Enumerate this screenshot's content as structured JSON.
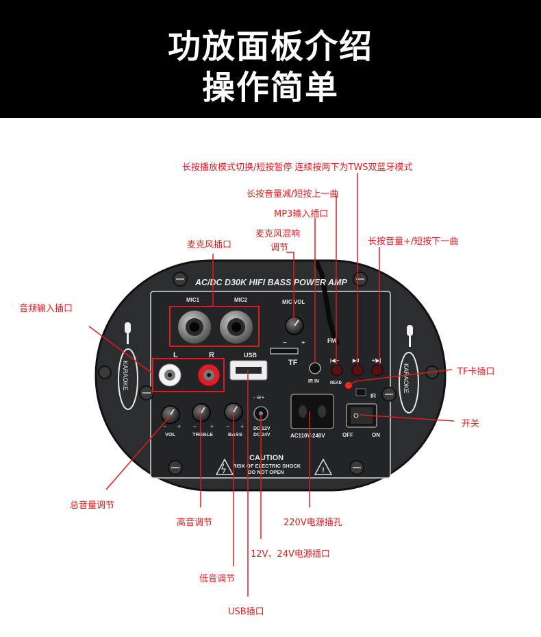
{
  "banner": {
    "line1": "功放面板介绍",
    "line2": "操作简单"
  },
  "labels": {
    "mode_switch": "长按播放模式切换/短按暂停 连续按两下为TWS双蓝牙模式",
    "vol_down": "长按音量减/短按上一曲",
    "mp3_input": "MP3输入插口",
    "mic_echo_1": "麦克风混响",
    "mic_echo_2": "调节",
    "mic_jack": "麦克风插口",
    "vol_up": "长按音量+/短按下一曲",
    "audio_input": "音频输入插口",
    "tf_slot": "TF卡插口",
    "power_switch": "开关",
    "master_volume": "总音量调节",
    "treble_adjust": "高音调节",
    "ac_socket": "220V电源插孔",
    "dc_socket": "12V、24V电源插口",
    "bass_adjust": "低音调节",
    "usb_port": "USB插口"
  },
  "panel": {
    "title": "AC/DC D30K HIFI BASS POWER AMP",
    "karaoke": "KARAOKE",
    "mic1": "MIC1",
    "mic2": "MIC2",
    "mic_vol": "MIC VOL",
    "l": "L",
    "r": "R",
    "usb": "USB",
    "tf": "TF",
    "ir_in": "IR IN",
    "fm": "FM",
    "prev": "|◀/−",
    "play": "▶II",
    "next": "+/▶|",
    "read": "READ",
    "ir": "IR",
    "vol": "VOL",
    "treble": "TREBLE",
    "bass": "BASS",
    "minus": "−",
    "plus": "+",
    "dc_polarity": "- ⊖+",
    "dc12": "DC 12V",
    "dc24": "DC 24V",
    "ac_range": "AC110V-240V",
    "off": "OFF",
    "on": "ON",
    "caution": "CAUTION",
    "caution_line1": "RISK OF ELECTRIC SHOCK",
    "caution_line2": "DO NOT OPEN"
  },
  "colors": {
    "callout": "#e21b1b",
    "panel": "#2b2d30",
    "banner": "#000000"
  }
}
